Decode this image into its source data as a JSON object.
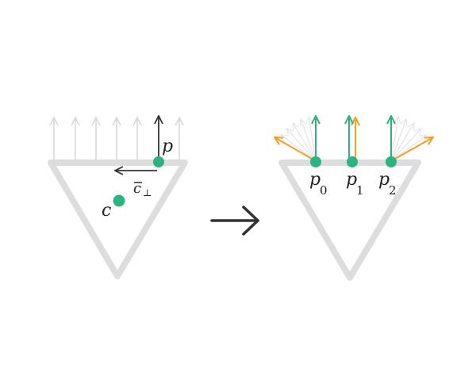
{
  "colors": {
    "triangle": "#dddddd",
    "light_arrow": "#d8d8d8",
    "dark_arrow": "#333333",
    "green": "#2db37f",
    "orange": "#f0a020",
    "fan": "#e6e6e6",
    "text": "#222222"
  },
  "left": {
    "point_label": "p",
    "center_label": "c",
    "perp_vector_label": "c",
    "perp_symbol": "⊥"
  },
  "transition_arrow": "→",
  "right": {
    "points": [
      {
        "label": "p",
        "sub": "0"
      },
      {
        "label": "p",
        "sub": "1"
      },
      {
        "label": "p",
        "sub": "2"
      }
    ]
  }
}
